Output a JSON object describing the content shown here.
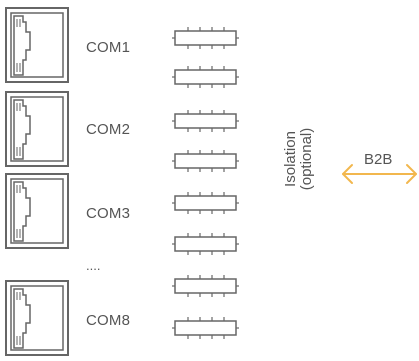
{
  "ports": [
    {
      "label": "COM1"
    },
    {
      "label": "COM2"
    },
    {
      "label": "COM3"
    },
    {
      "label": "COM8"
    }
  ],
  "ellipsis": "....",
  "isolation": {
    "line1": "Isolation",
    "line2": "(optional)"
  },
  "b2b": {
    "label": "B2B"
  },
  "colors": {
    "line": "#666666",
    "text": "#555555",
    "arrow": "#f2b74e"
  },
  "icons": {
    "port": "rj45-port-icon",
    "relay": "isolation-relay-icon",
    "arrow": "double-arrow-icon"
  }
}
